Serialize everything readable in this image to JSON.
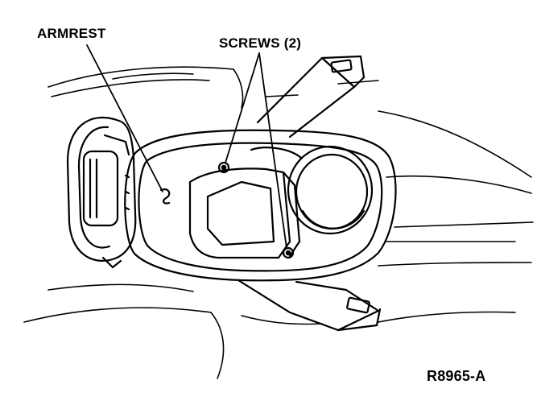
{
  "callouts": {
    "armrest": "ARMREST",
    "screws": "SCREWS (2)"
  },
  "figure_reference": "R8965-A"
}
